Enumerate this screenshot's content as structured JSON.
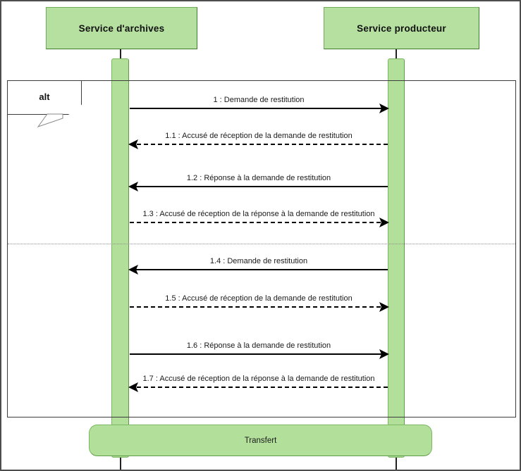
{
  "diagram": {
    "type": "uml-sequence-diagram",
    "fragment": {
      "operator": "alt",
      "label": "alt"
    },
    "participants": [
      {
        "id": "archives",
        "label": "Service d'archives"
      },
      {
        "id": "producteur",
        "label": "Service producteur"
      }
    ],
    "messages": [
      {
        "index": "1",
        "label": "1 : Demande de restitution",
        "from": "archives",
        "to": "producteur",
        "direction": "right",
        "style": "solid"
      },
      {
        "index": "1.1",
        "label": "1.1 : Accusé de réception de la demande de restitution",
        "from": "producteur",
        "to": "archives",
        "direction": "left",
        "style": "dashed"
      },
      {
        "index": "1.2",
        "label": "1.2 : Réponse à la demande de restitution",
        "from": "producteur",
        "to": "archives",
        "direction": "left",
        "style": "solid"
      },
      {
        "index": "1.3",
        "label": "1.3 : Accusé de réception de la réponse à la demande de restitution",
        "from": "archives",
        "to": "producteur",
        "direction": "right",
        "style": "dashed"
      },
      {
        "index": "1.4",
        "label": "1.4 : Demande de restitution",
        "from": "producteur",
        "to": "archives",
        "direction": "left",
        "style": "solid"
      },
      {
        "index": "1.5",
        "label": "1.5 : Accusé de réception de la demande de restitution",
        "from": "archives",
        "to": "producteur",
        "direction": "right",
        "style": "dashed"
      },
      {
        "index": "1.6",
        "label": "1.6 : Réponse à la demande de restitution",
        "from": "archives",
        "to": "producteur",
        "direction": "right",
        "style": "solid"
      },
      {
        "index": "1.7",
        "label": "1.7 : Accusé de réception de la réponse à la demande de restitution",
        "from": "producteur",
        "to": "archives",
        "direction": "left",
        "style": "dashed"
      }
    ],
    "transfer": {
      "label": "Transfert"
    },
    "colors": {
      "participant_fill": "#b6e0a0",
      "participant_border": "#3f7a2e",
      "activation_fill": "#b2e09b",
      "activation_border": "#7ab862",
      "message_line": "#000000",
      "fragment_border": "#3c3c3c",
      "divider": "#8d8d8d",
      "page_border": "#4d4d4d"
    }
  }
}
